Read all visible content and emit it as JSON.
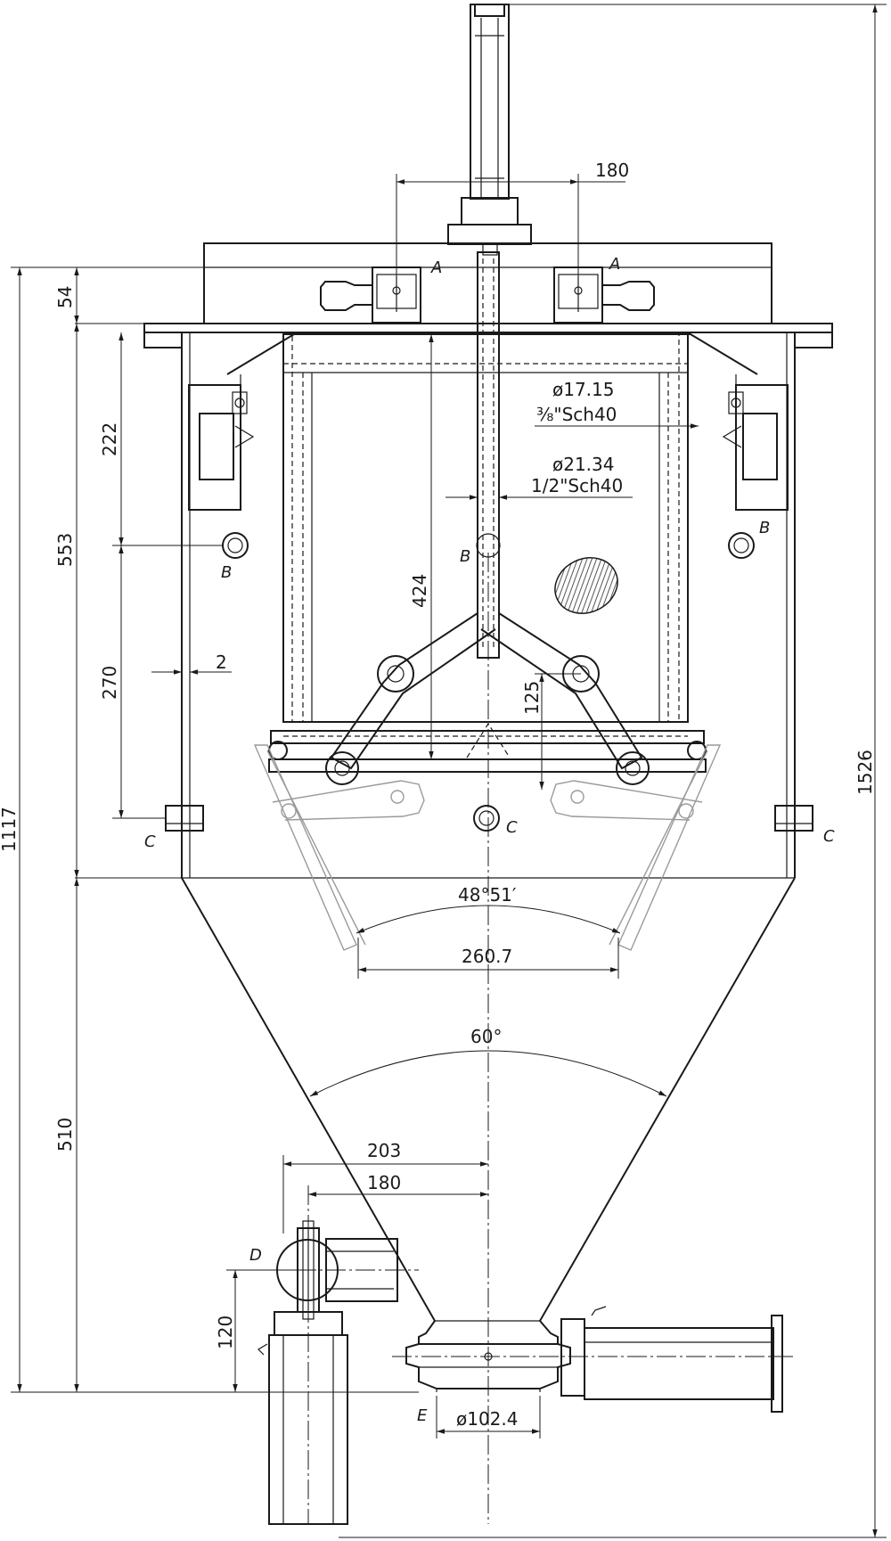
{
  "dimensions": {
    "d180_top": "180",
    "d54": "54",
    "d222": "222",
    "d553": "553",
    "d270": "270",
    "d2": "2",
    "d424": "424",
    "d125": "125",
    "d1117": "1117",
    "d1526": "1526",
    "d510": "510",
    "d120": "120",
    "d203": "203",
    "d180_bottom": "180",
    "d260_7": "260.7",
    "angle_4851": "48°51′",
    "angle_60": "60°",
    "dia_102_4": "ø102.4",
    "dia_17_15": "ø17.15",
    "pipe_3_8": "⅜\"Sch40",
    "dia_21_34": "ø21.34",
    "pipe_1_2": "1/2\"Sch40"
  },
  "labels": {
    "A_left": "A",
    "A_right": "A",
    "B_left": "B",
    "B_center": "B",
    "B_right": "B",
    "C_left": "C",
    "C_center": "C",
    "C_right": "C",
    "D": "D",
    "E": "E"
  }
}
